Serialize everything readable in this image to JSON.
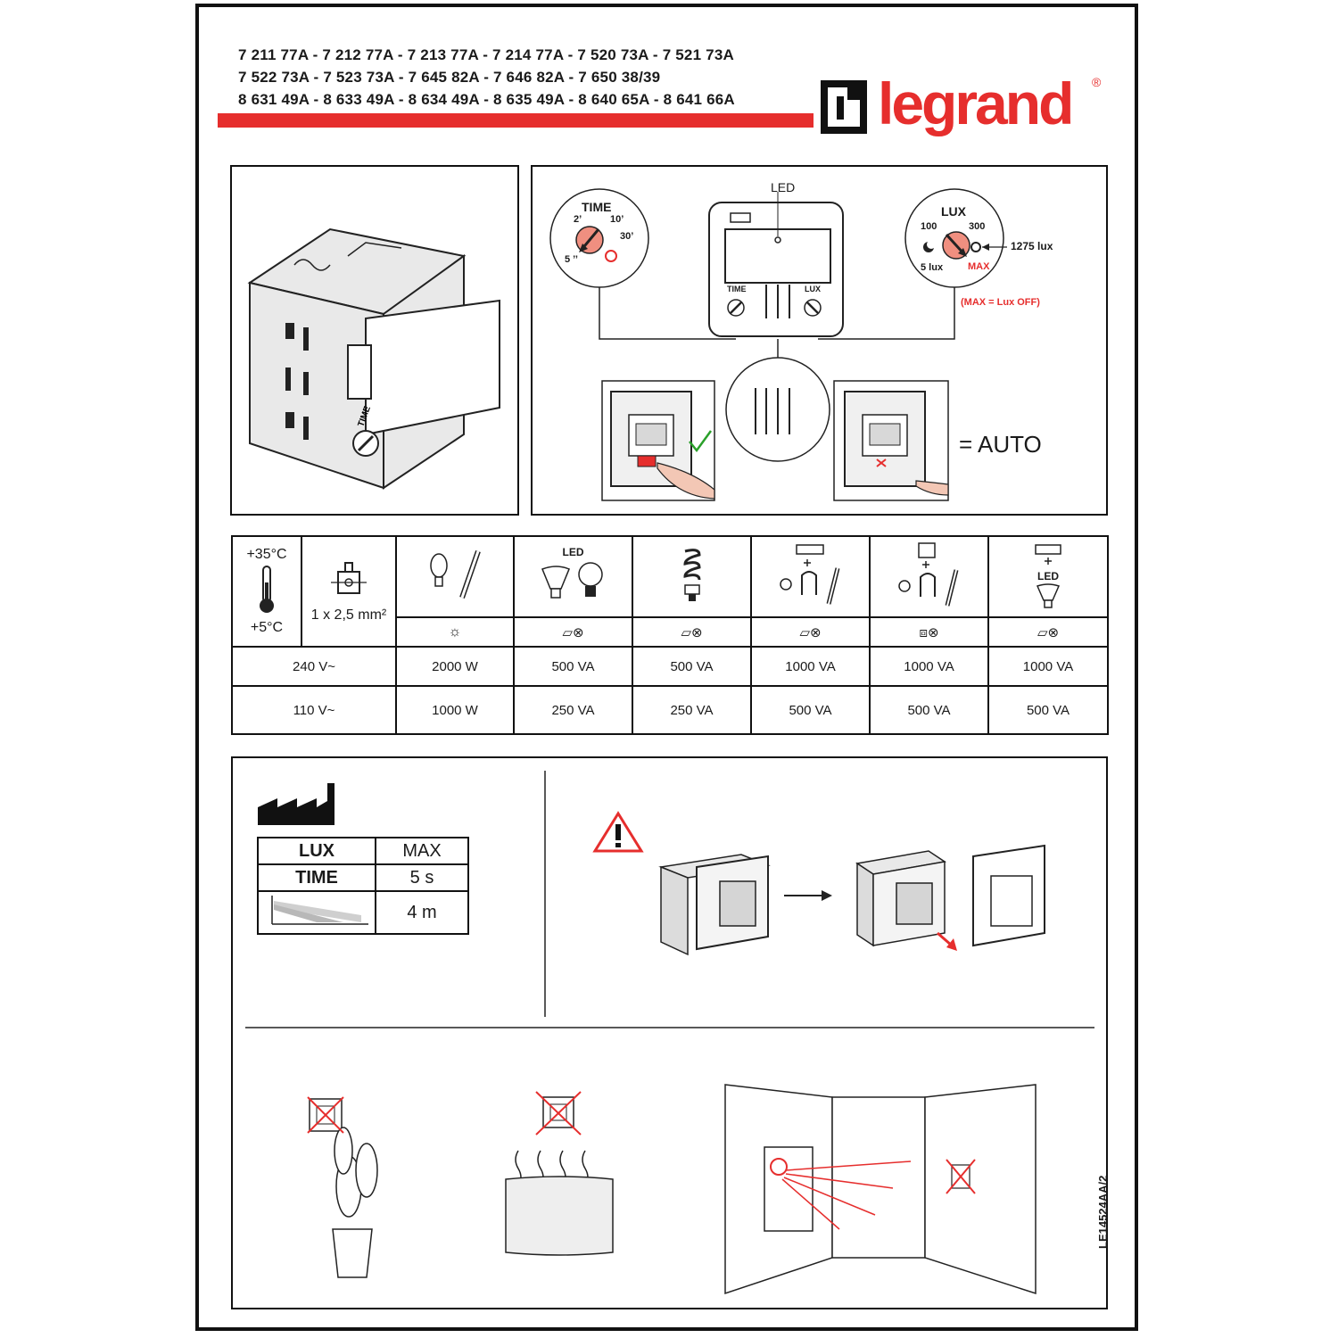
{
  "header": {
    "codes_line1": "7 211 77A - 7 212 77A - 7 213 77A - 7 214 77A - 7 520 73A - 7 521 73A",
    "codes_line2": "7 522 73A - 7 523 73A - 7 645 82A - 7 646 82A - 7 650 38/39",
    "codes_line3": "8 631 49A - 8 633 49A - 8 634 49A - 8 635 49A - 8 640 65A - 8 641 66A",
    "brand": "legrand",
    "brand_mark": "®"
  },
  "settings": {
    "led_label": "LED",
    "time_label": "TIME",
    "time_2": "2’",
    "time_10": "10’",
    "time_30": "30’",
    "time_5": "5 ’’",
    "lux_label": "LUX",
    "lux_100": "100",
    "lux_300": "300",
    "lux_5": "5 lux",
    "lux_max": "MAX",
    "lux_1275": "1275 lux",
    "max_note": "(MAX = Lux OFF)",
    "module_time": "TIME",
    "module_lux": "LUX",
    "auto_label": "= AUTO"
  },
  "specs": {
    "temp_high": "+35°C",
    "temp_low": "+5°C",
    "wire_size": "1 x 2,5 mm²",
    "led_header": "LED",
    "led_plus_header": "LED",
    "rows": [
      {
        "voltage": "240 V~",
        "values": [
          "2000 W",
          "500 VA",
          "500 VA",
          "1000 VA",
          "1000 VA",
          "1000 VA"
        ]
      },
      {
        "voltage": "110 V~",
        "values": [
          "1000 W",
          "250 VA",
          "250 VA",
          "500 VA",
          "500 VA",
          "500 VA"
        ]
      }
    ]
  },
  "factory": {
    "lux_key": "LUX",
    "lux_value": "MAX",
    "time_key": "TIME",
    "time_value": "5 s",
    "range_value": "4 m"
  },
  "doc_ref": "LE14524AA/2",
  "colors": {
    "accent": "#e62e2d",
    "ink": "#1a1a1a",
    "dial_fill": "#f08f80"
  }
}
